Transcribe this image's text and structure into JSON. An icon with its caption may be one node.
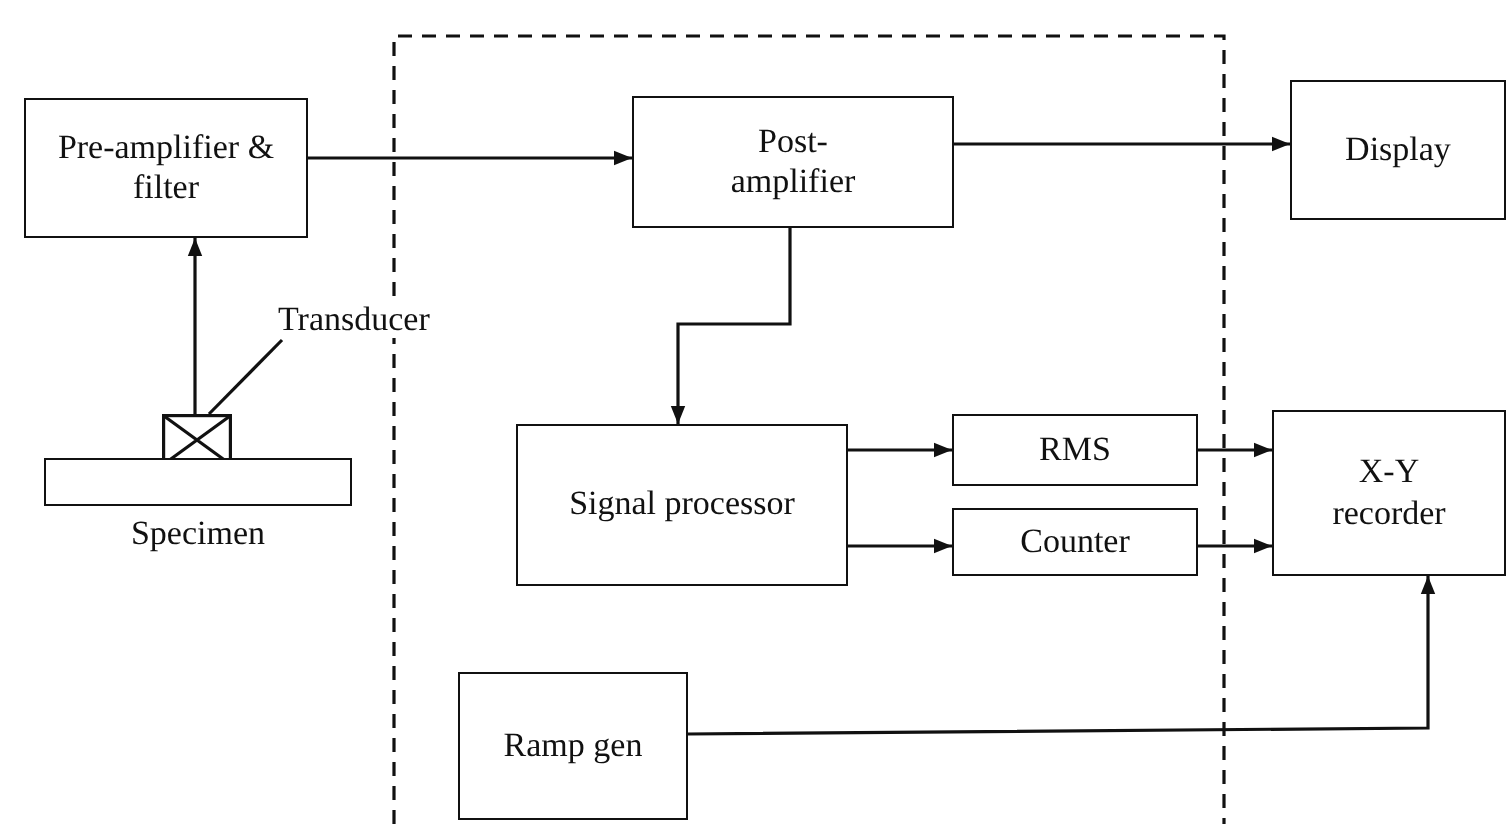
{
  "diagram": {
    "nodes": [
      {
        "text": [
          "Pre-amplifier & filter"
        ]
      },
      {
        "text": [
          "Post- amplifier"
        ]
      },
      {
        "text": [
          "Display"
        ]
      },
      {
        "text": [
          "Transducer"
        ]
      },
      {
        "text": [],
        "shape": "box"
      },
      {
        "text": [
          "Specimen"
        ]
      },
      {
        "text": [
          "Signal processor"
        ]
      },
      {
        "text": [
          "RMS"
        ]
      },
      {
        "text": [
          "Counter"
        ]
      },
      {
        "text": [
          "X-Y recorder"
        ]
      },
      {
        "text": [
          "Ramp gen"
        ]
      }
    ],
    "edges": [
      {
        "from": 0,
        "to": 1,
        "arrow": "to"
      },
      {
        "from": 1,
        "to": 2,
        "arrow": "to"
      },
      {
        "from": 4,
        "to": 0,
        "arrow": "to"
      },
      {
        "from": 3,
        "to": 4,
        "arrow": "none"
      },
      {
        "from": 1,
        "to": 6,
        "arrow": "to"
      },
      {
        "from": 6,
        "to": 7,
        "arrow": "to"
      },
      {
        "from": 6,
        "to": 8,
        "arrow": "to"
      },
      {
        "from": 7,
        "to": 9,
        "arrow": "to"
      },
      {
        "from": 8,
        "to": 9,
        "arrow": "to"
      },
      {
        "from": 10,
        "to": 9,
        "arrow": "to"
      }
    ]
  }
}
